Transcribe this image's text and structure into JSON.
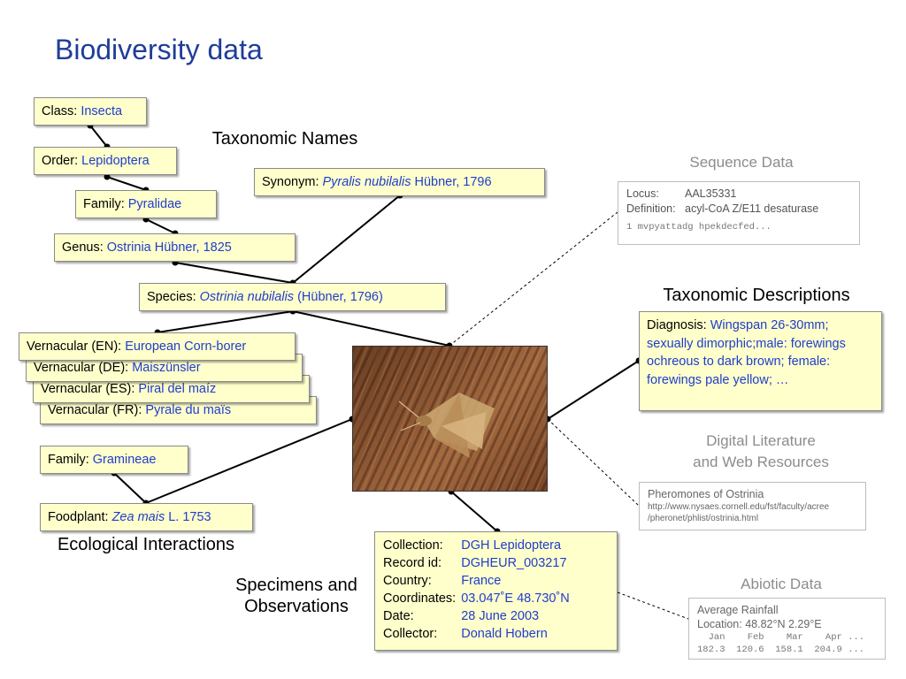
{
  "title": "Biodiversity data",
  "headings": {
    "taxonomic_names": "Taxonomic Names",
    "sequence_data": "Sequence Data",
    "taxonomic_descriptions": "Taxonomic Descriptions",
    "digital_literature_line1": "Digital Literature",
    "digital_literature_line2": "and Web Resources",
    "abiotic_data": "Abiotic Data",
    "ecological_interactions": "Ecological Interactions",
    "specimens_line1": "Specimens and",
    "specimens_line2": "Observations"
  },
  "taxonomy": {
    "class": {
      "label": "Class: ",
      "value": "Insecta"
    },
    "order": {
      "label": "Order: ",
      "value": "Lepidoptera"
    },
    "family": {
      "label": "Family: ",
      "value": "Pyralidae"
    },
    "genus": {
      "label": "Genus: ",
      "value": "Ostrinia Hübner, 1825"
    },
    "synonym": {
      "label": "Synonym: ",
      "value_italic": "Pyralis nubilalis",
      "value_rest": " Hübner, 1796"
    },
    "species": {
      "label": "Species: ",
      "value_italic": "Ostrinia nubilalis",
      "value_rest": " (Hübner, 1796)"
    }
  },
  "vernacular": [
    {
      "label": "Vernacular (EN): ",
      "value": "European Corn-borer"
    },
    {
      "label": "Vernacular (DE): ",
      "value": "Maiszünsler"
    },
    {
      "label": "Vernacular (ES): ",
      "value": "Piral del maíz"
    },
    {
      "label": "Vernacular (FR): ",
      "value": "Pyrale du maïs"
    }
  ],
  "ecology": {
    "family": {
      "label": "Family: ",
      "value": "Gramineae"
    },
    "foodplant": {
      "label": "Foodplant: ",
      "value_italic": "Zea mais",
      "value_rest": " L. 1753"
    }
  },
  "sequence": {
    "locus_label": "Locus:",
    "locus_value": "AAL35331",
    "definition_label": "Definition:",
    "definition_value": "acyl-CoA Z/E11 desaturase",
    "sequence_line": "1 mvpyattadg hpekdecfed..."
  },
  "description": {
    "label": "Diagnosis: ",
    "value": "Wingspan 26-30mm; sexually dimorphic;male: forewings ochreous to dark brown; female: forewings pale yellow; …"
  },
  "literature": {
    "title": "Pheromones of Ostrinia",
    "url_line1": "http://www.nysaes.cornell.edu/fst/faculty/acree",
    "url_line2": "/pheronet/phlist/ostrinia.html"
  },
  "abiotic": {
    "title": "Average Rainfall",
    "location": "Location: 48.82°N 2.29°E",
    "months_line": "  Jan    Feb    Mar    Apr ...",
    "values_line": "182.3  120.6  158.1  204.9 ..."
  },
  "collection": [
    {
      "key": "Collection:",
      "value": "DGH Lepidoptera"
    },
    {
      "key": "Record id:",
      "value": "DGHEUR_003217"
    },
    {
      "key": "Country:",
      "value": "France"
    },
    {
      "key": "Coordinates:",
      "value": "03.047˚E 48.730˚N"
    },
    {
      "key": "Date:",
      "value": "28 June 2003"
    },
    {
      "key": "Collector:",
      "value": "Donald Hobern"
    }
  ],
  "colors": {
    "box_fill": "#ffffcc",
    "value_text": "#1f3dcc",
    "title": "#1f3d99",
    "grey_heading": "#8c8c8c"
  }
}
